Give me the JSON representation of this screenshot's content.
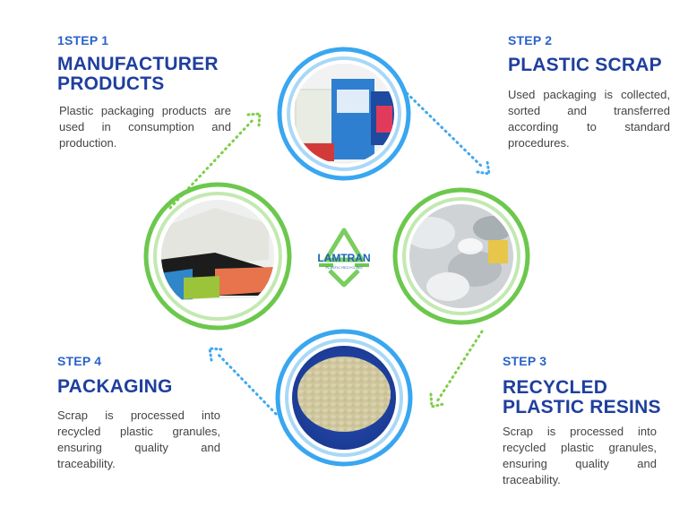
{
  "colors": {
    "blue_title": "#1f3f9e",
    "blue_step": "#2a63c9",
    "ring_blue": "#39a6f0",
    "ring_green": "#6cc84d",
    "arrow_blue": "#3fa8ee",
    "arrow_green": "#7ccf48"
  },
  "logo": {
    "text": "LAMTRAN",
    "subtext": "PLASTIC RECYCLING"
  },
  "steps": [
    {
      "number": "1STEP 1",
      "title": "MANUFACTURER\nPRODUCTS",
      "description": "Plastic packaging products are used in consumption and production.",
      "image": "plastic-bags-photo"
    },
    {
      "number": "STEP 2",
      "title": "PLASTIC SCRAP",
      "description": "Used packaging is collected, sorted and transferred according to standard procedures.",
      "image": "plastic-scrap-photo"
    },
    {
      "number": "STEP 3",
      "title": "RECYCLED\nPLASTIC RESINS",
      "description": "Scrap is processed into recycled plastic granules, ensuring quality and traceability.",
      "image": "plastic-granules-photo"
    },
    {
      "number": "STEP 4",
      "title": "PACKAGING",
      "description": "Scrap is processed into recycled plastic granules, ensuring quality and traceability.",
      "image": "packaging-film-photo"
    }
  ]
}
